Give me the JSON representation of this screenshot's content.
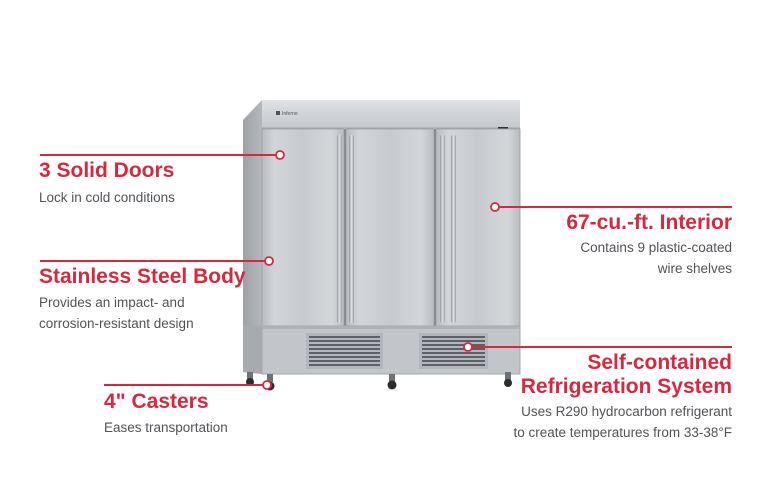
{
  "product": {
    "logo_text": "Inferno",
    "image_name": "stainless steel three-door reach-in refrigerator"
  },
  "features": [
    {
      "id": "doors",
      "title": "3 Solid Doors",
      "description": [
        "Lock in cold conditions"
      ]
    },
    {
      "id": "body",
      "title": "Stainless Steel Body",
      "description": [
        "Provides an impact- and",
        "corrosion-resistant design"
      ]
    },
    {
      "id": "casters",
      "title": "4\" Casters",
      "description": [
        "Eases transportation"
      ]
    },
    {
      "id": "interior",
      "title": "67-cu.-ft. Interior",
      "description": [
        "Contains 9 plastic-coated",
        "wire shelves"
      ]
    },
    {
      "id": "refrigeration",
      "title": [
        "Self-contained",
        "Refrigeration System"
      ],
      "description": [
        "Uses R290 hydrocarbon refrigerant",
        "to create temperatures from 33-38°F"
      ]
    }
  ],
  "colors": {
    "accent": "#d8283e",
    "description_text": "#505357",
    "steel": "#c9ccd0",
    "background": "#ffffff"
  }
}
